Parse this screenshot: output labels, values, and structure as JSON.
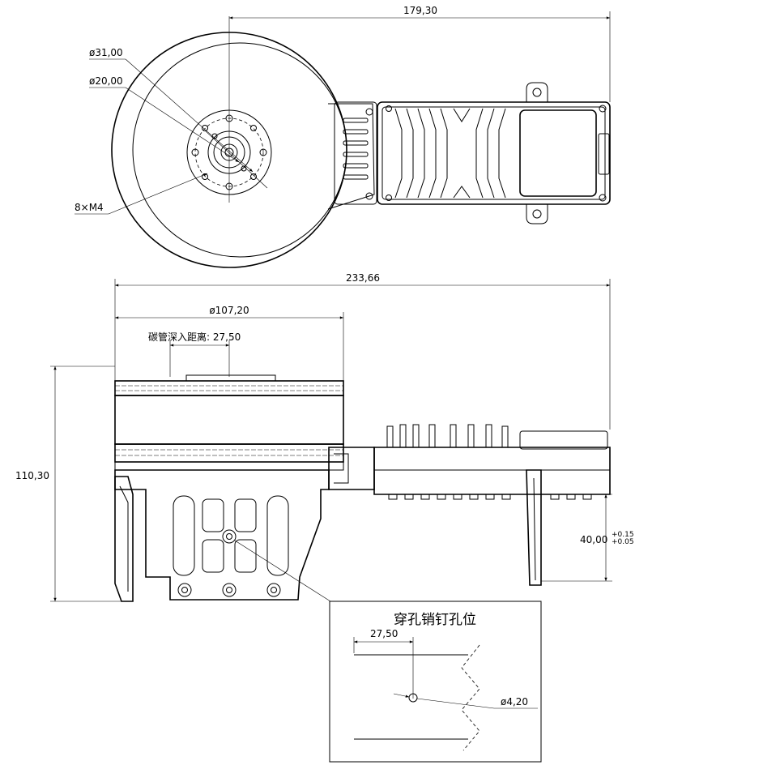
{
  "dimensions": {
    "top_width": "179,30",
    "hub_outer_dia": "ø31,00",
    "hub_inner_dia": "ø20,00",
    "screw_spec": "8×M4",
    "overall_length": "233,66",
    "rotor_dia": "ø107,20",
    "tube_depth": "碳管深入距离: 27,50",
    "overall_height": "110,30",
    "mount_height_value": "40,00",
    "tol_upper": "+0.15",
    "tol_lower": "+0.05"
  },
  "detail": {
    "title": "穿孔销钉孔位",
    "offset": "27,50",
    "hole_dia": "ø4,20"
  }
}
